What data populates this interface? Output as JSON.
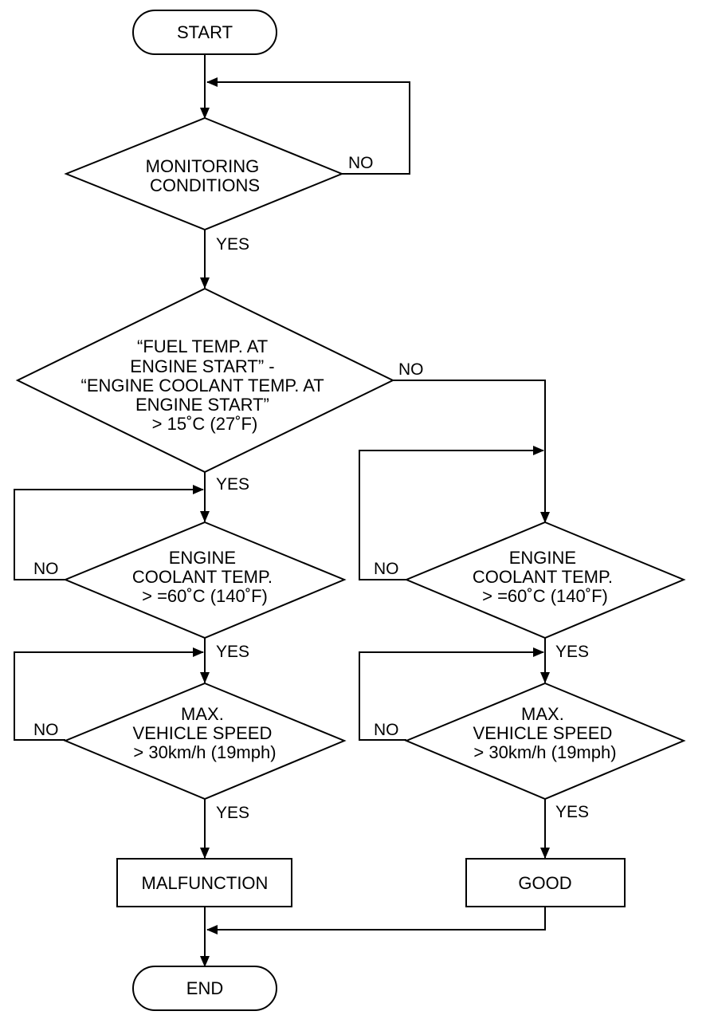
{
  "flowchart": {
    "start": "START",
    "end": "END",
    "monitoring": [
      "MONITORING",
      "CONDITIONS"
    ],
    "fuel_temp": [
      "“FUEL TEMP. AT",
      "ENGINE START” -",
      "“ENGINE COOLANT TEMP. AT",
      "ENGINE START”",
      "> 15˚C (27˚F)"
    ],
    "coolant_left": [
      "ENGINE",
      "COOLANT TEMP.",
      "> =60˚C (140˚F)"
    ],
    "coolant_right": [
      "ENGINE",
      "COOLANT TEMP.",
      "> =60˚C (140˚F)"
    ],
    "speed_left": [
      "MAX.",
      "VEHICLE SPEED",
      "> 30km/h (19mph)"
    ],
    "speed_right": [
      "MAX.",
      "VEHICLE SPEED",
      "> 30km/h (19mph)"
    ],
    "malfunction": "MALFUNCTION",
    "good": "GOOD",
    "labels": {
      "yes": "YES",
      "no": "NO"
    }
  }
}
